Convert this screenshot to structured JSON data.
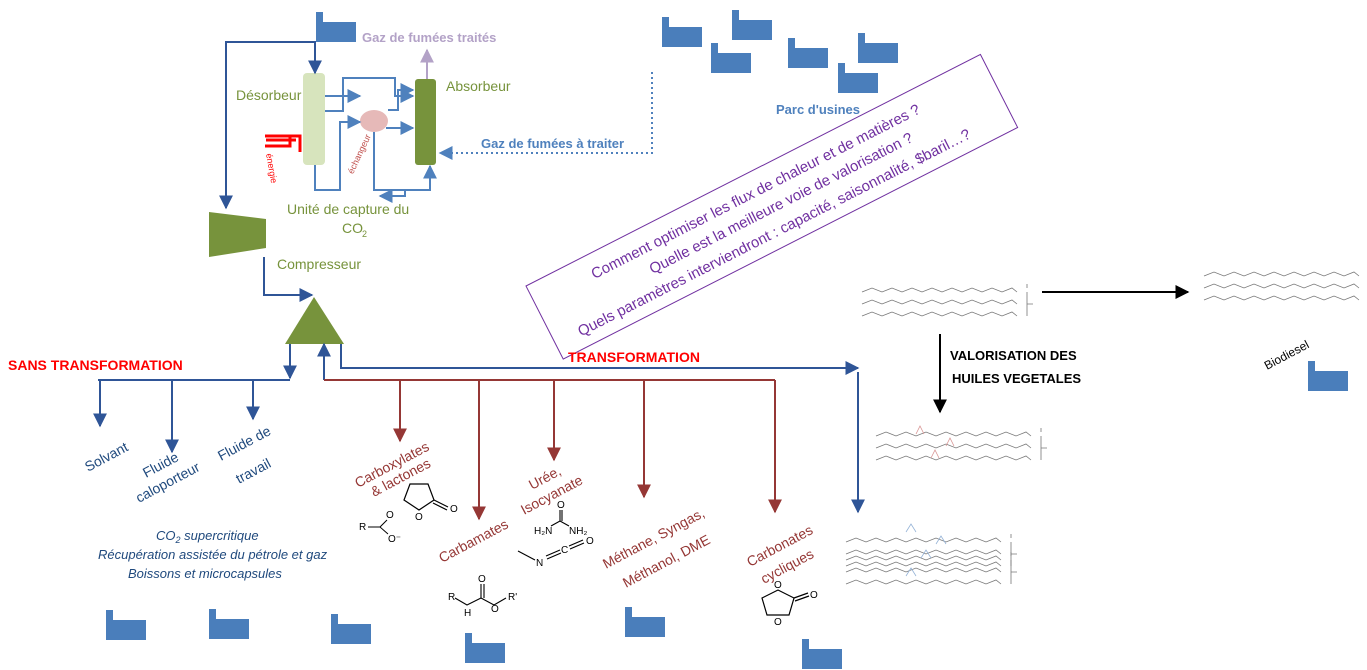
{
  "colors": {
    "navy_arrow": "#2f5597",
    "light_blue_arrow": "#4f81bd",
    "factory_blue": "#4a7ebb",
    "olive_green": "#77933c",
    "desorbeur_fill": "#d7e4bd",
    "brown_line": "#953735",
    "red_label": "#ff0000",
    "purple_text": "#7030a0",
    "lilac_text": "#b3a2c7"
  },
  "capture_unit": {
    "treated_gas": "Gaz de fumées traités",
    "desorbeur": "Désorbeur",
    "absorbeur": "Absorbeur",
    "energie": "énergie",
    "echangeur": "échangeur",
    "gas_to_treat": "Gaz de fumées à traiter",
    "unit_label_line1": "Unité de capture du",
    "unit_label_line2": "CO",
    "unit_label_sub": "2",
    "compresseur": "Compresseur",
    "factories_label": "Parc d'usines"
  },
  "questions": [
    "Comment optimiser les flux de chaleur et de matières ?",
    "Quelle est la meilleure voie de valorisation ?",
    "Quels paramètres interviendront  : capacité, saisonnalité, $baril…?"
  ],
  "sans_transformation": {
    "title": "SANS TRANSFORMATION",
    "branch1": "Solvant",
    "branch2_line1": "Fluide",
    "branch2_line2": "caloporteur",
    "branch3_line1": "Fluide de",
    "branch3_line2": "travail",
    "super_co2": "CO",
    "super_co2_sub": "2",
    "super_co2_rest": " supercritique",
    "line2": "Récupération assistée du pétrole et gaz",
    "line3": "Boissons et microcapsules"
  },
  "transformation": {
    "title": "TRANSFORMATION",
    "carboxylates_line1": "Carboxylates",
    "carboxylates_line2": "& lactones",
    "carbamates": "Carbamates",
    "uree_line1": "Urée,",
    "uree_line2": "Isocyanate",
    "methane_line1": "Méthane, Syngas,",
    "methane_line2": "Méthanol, DME",
    "carbonates_line1": "Carbonates",
    "carbonates_line2": "cycliques"
  },
  "chem_labels": {
    "r": "R",
    "o": "O",
    "o_minus": "O⁻",
    "r_prime": "R'",
    "h": "H",
    "n": "N",
    "c": "C",
    "h2n": "H₂N",
    "nh2": "NH₂"
  },
  "vegetable_oils": {
    "title_line1": "VALORISATION DES",
    "title_line2": "HUILES VEGETALES",
    "biodiesel": "Biodiesel"
  }
}
